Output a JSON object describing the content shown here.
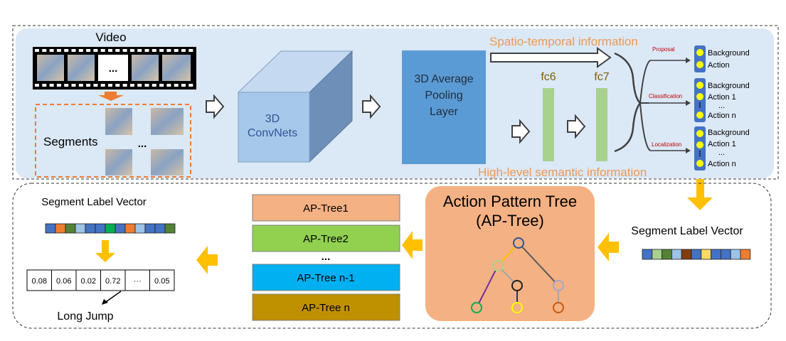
{
  "top": {
    "video_label": "Video",
    "video_ellipsis": "...",
    "segments_label": "Segments",
    "segments_ellipsis": "...",
    "convnets_line1": "3D",
    "convnets_line2": "ConvNets",
    "pooling_line1": "3D Average",
    "pooling_line2": "Pooling",
    "pooling_line3": "Layer",
    "spatio_label": "Spatio-temporal information",
    "semantic_label": "High-level semantic  information",
    "fc6_label": "fc6",
    "fc7_label": "fc7",
    "proposal_label": "Proposal",
    "classification_label": "Classification",
    "localization_label": "Localization",
    "proposal_items": [
      "Background",
      "Action"
    ],
    "classification_items": [
      "Background",
      "Action 1",
      "...",
      "Action n"
    ],
    "localization_items": [
      "Background",
      "Action 1",
      "...",
      "Action n"
    ]
  },
  "bottom": {
    "segment_label_vector_left": "Segment Label Vector",
    "segment_label_vector_right": "Segment Label Vector",
    "probabilities": [
      "0.08",
      "0.06",
      "0.02",
      "0.72",
      "···",
      "0.05"
    ],
    "long_jump_label": "Long Jump",
    "ap_tree_items": [
      "AP-Tree1",
      "AP-Tree2",
      "...",
      "AP-Tree n-1",
      "AP-Tree n"
    ],
    "ap_tree_title_line1": "Action Pattern Tree",
    "ap_tree_title_line2": "(AP-Tree)"
  },
  "colors": {
    "top_panel": "#dbe8f6",
    "pooling": "#5b9bd5",
    "cube_front": "#a6c8ea",
    "fc_bar": "#a9d18e",
    "orange_text": "#ed9a53",
    "dark_red_text": "#c00000",
    "arrow_yellow": "#ffc000",
    "tree1": "#f4b183",
    "tree2": "#92d050",
    "tree3": "#00b0f0",
    "tree4": "#bf9000",
    "aptree_panel": "#f4b183",
    "blue_dot": "#4472c4"
  },
  "vectors": {
    "left_colors": [
      "#4472c4",
      "#ed7d31",
      "#548235",
      "#9dc3e6",
      "#4472c4",
      "#4472c4",
      "#00b050",
      "#4472c4",
      "#ed7d31",
      "#9dc3e6",
      "#4472c4",
      "#4472c4",
      "#548235"
    ],
    "right_colors": [
      "#4472c4",
      "#a9d18e",
      "#548235",
      "#9dc3e6",
      "#843c0c",
      "#4472c4",
      "#ffd966",
      "#4472c4",
      "#4472c4",
      "#9dc3e6",
      "#ed7d31"
    ]
  }
}
